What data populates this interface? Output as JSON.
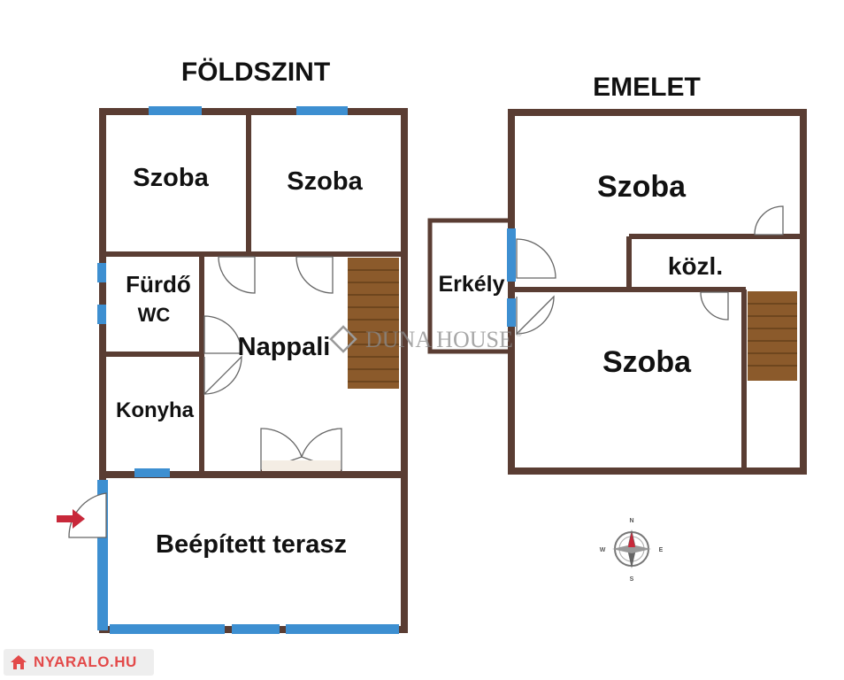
{
  "floors": {
    "ground": {
      "title": "FÖLDSZINT"
    },
    "upper": {
      "title": "EMELET"
    }
  },
  "rooms": {
    "g_szoba_1": "Szoba",
    "g_szoba_2": "Szoba",
    "g_furdo": "Fürdő",
    "g_wc": "WC",
    "g_nappali": "Nappali",
    "g_konyha": "Konyha",
    "g_terasz": "Beépített terasz",
    "u_szoba_1": "Szoba",
    "u_kozl": "közl.",
    "u_erkely": "Erkély",
    "u_szoba_2": "Szoba"
  },
  "watermark": {
    "text": "DUNA HOUSE",
    "mark": "®"
  },
  "compass": {
    "n": "N",
    "s": "S",
    "e": "E",
    "w": "W"
  },
  "site_badge": {
    "text": "NYARALO.HU",
    "icon": "house-icon"
  },
  "colors": {
    "wall": "#5a3d33",
    "window": "#3d8fd1",
    "stairs": "#8b5a2b",
    "entry_arrow": "#c8283a",
    "badge_text": "#e34a4a"
  }
}
